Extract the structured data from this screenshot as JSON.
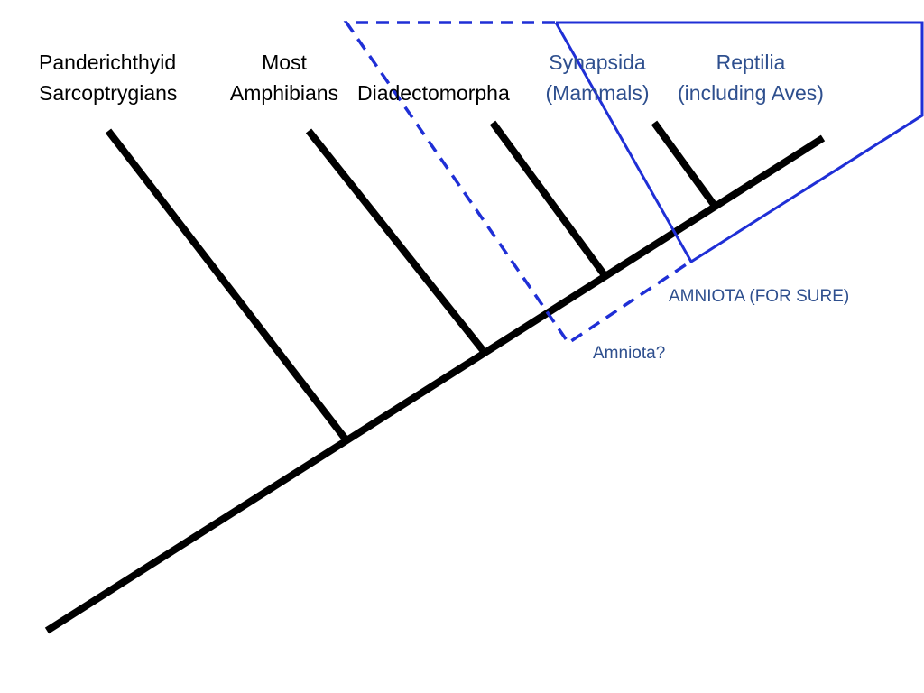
{
  "taxa": [
    {
      "line1": "Panderichthyid",
      "line2": "Sarcoptrygians"
    },
    {
      "line1": "Most",
      "line2": "Amphibians"
    },
    {
      "line1": "",
      "line2": "Diadectomorpha"
    },
    {
      "line1": "Synapsida",
      "line2": "(Mammals)"
    },
    {
      "line1": "Reptilia",
      "line2": "(including Aves)"
    }
  ],
  "groups": {
    "amniota_sure": "AMNIOTA (FOR SURE)",
    "amniota_question": "Amniota?"
  },
  "colors": {
    "tree": "#000000",
    "bracket": "#1f2fd6",
    "label_blue": "#2e4f8e"
  }
}
